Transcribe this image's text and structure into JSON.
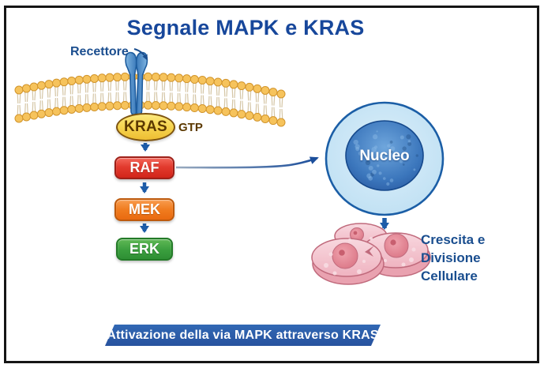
{
  "title": "Segnale MAPK e KRAS",
  "membrane": {
    "receptor_label": "Recettore"
  },
  "pathway": {
    "kras": {
      "label": "KRAS",
      "gtp_label": "GTP"
    },
    "nodes": [
      {
        "id": "raf",
        "label": "RAF",
        "color": "#E23B2E"
      },
      {
        "id": "mek",
        "label": "MEK",
        "color": "#F07C1F"
      },
      {
        "id": "erk",
        "label": "ERK",
        "color": "#3A9E3E"
      }
    ]
  },
  "cell": {
    "nucleus_label": "Nucleo"
  },
  "outcome": {
    "lines": [
      "Crescita e",
      "Divisione",
      "Cellulare"
    ]
  },
  "banner": {
    "label": "Attivazione della via MAPK attraverso KRAS"
  },
  "colors": {
    "title_text": "#17479B",
    "label_blue": "#1B4E8F",
    "arrow_blue": "#1D5CA8",
    "kras_fill": "#F5C93F",
    "kras_border": "#7E540F",
    "membrane_head": "#F6C35C",
    "receptor_blue": "#4A8CC8",
    "cell_fill": "#BFE0F4",
    "nucleus_fill": "#2E6BB0",
    "dividing_cells_pink": "#F2C3CD",
    "banner_blue": "#2B5CA7",
    "frame_border": "#151515"
  }
}
